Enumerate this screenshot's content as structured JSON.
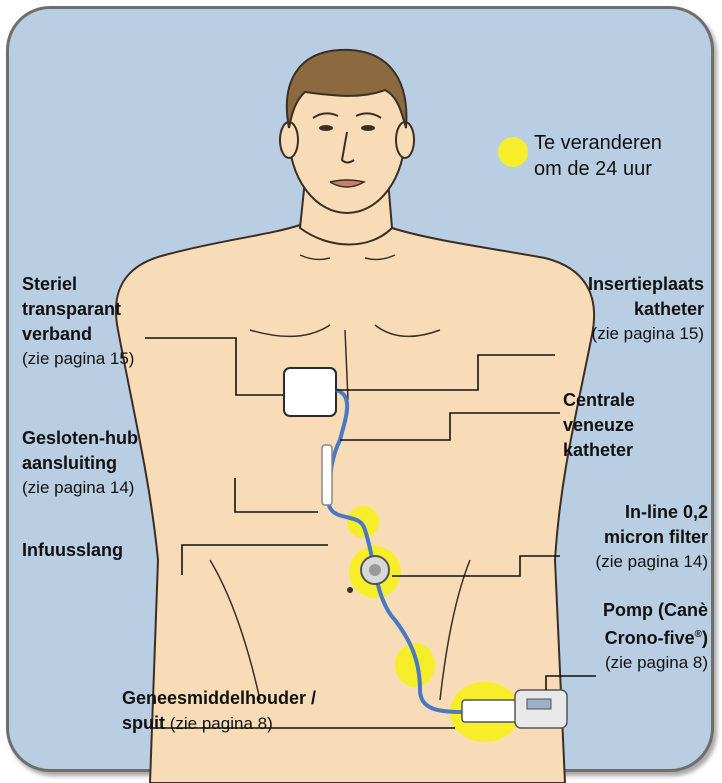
{
  "legend": {
    "line1": "Te veranderen",
    "line2": "om de 24 uur",
    "marker_color": "#f6ee2a"
  },
  "labels": {
    "dressing": {
      "l1": "Steriel",
      "l2": "transparant",
      "l3": "verband",
      "ref": "(zie pagina 15)"
    },
    "closed_hub": {
      "l1": "Gesloten-hub",
      "l2": "aansluiting",
      "ref": "(zie pagina 14)"
    },
    "tubing": {
      "l1": "Infuusslang"
    },
    "insertion": {
      "l1": "Insertieplaats",
      "l2": "katheter",
      "ref": "(zie pagina 15)"
    },
    "cvc": {
      "l1": "Centrale",
      "l2": "veneuze",
      "l3": "katheter"
    },
    "filter": {
      "l1": "In-line 0,2",
      "l2": "micron filter",
      "ref": "(zie  pagina 14)"
    },
    "pump": {
      "l1": "Pomp (Canè",
      "l2": "Crono-five",
      "sup": "®",
      "l2b": ")",
      "ref": "(zie  pagina 8)"
    },
    "syringe": {
      "l1": "Geneesmiddelhouder /",
      "l2": "spuit",
      "ref": "(zie pagina 8)"
    }
  },
  "colors": {
    "background": "#b9cde3",
    "skin": "#f7dcb7",
    "hair": "#8a6a3e",
    "tube": "#4a78c4",
    "highlight": "#f6ee2a"
  }
}
